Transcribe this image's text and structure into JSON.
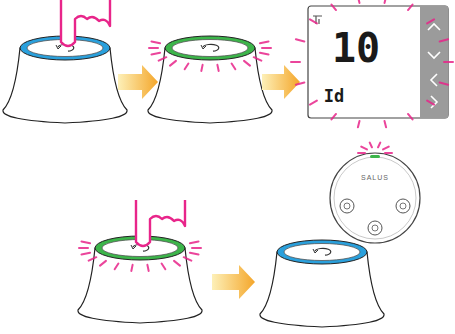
{
  "diagram": {
    "labels": [
      "10",
      "Id",
      "SALUS"
    ]
  }
}
